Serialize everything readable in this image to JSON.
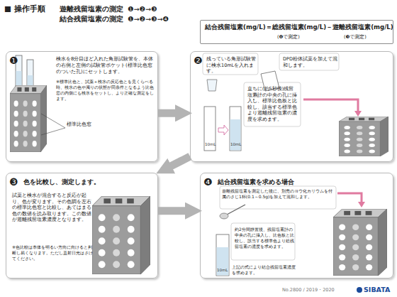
{
  "diagram": {
    "title": "■ 操作手順",
    "nodes": [
      {
        "text": [
          "結合残留塩素(mg/L)＝総残留塩素(mg/L)－遊離残留塩素(mg/L)",
          "(❹で測定)",
          "(❸で測定)"
        ]
      },
      {
        "text": [
          "❶",
          "検水を8分目ほど入れた角形試験管を、本体の右側と左側の試験管ポケット(標準比色窓のついた孔)にセットします。",
          "※標準比色と、試薬＋検水の反応色とを見くらべる時、検水の色や濁りの状態が同条件となるよう比色窓の内側にも検水をセットし、より正確な測定をします。"
        ]
      },
      {
        "text": [
          "❷",
          "残っている角形試験管に検水10mLを入れます。",
          "DPD粉体試薬を加えて混和します。",
          "直ちに(約5秒後)残留塩素計の中央の孔に挿入し、標準比色板と比較し、該当する標準色より遊離残留塩素の濃度を求めます。"
        ]
      },
      {
        "text": [
          "❸",
          "色を比較し、測定します。",
          "試薬と検水が混合すると反応が起り、色が変ります。その色調を左右の標準比色窓と比較し、あてはまる色の数値を読み取ります。この数値が遊離残留塩素濃度となります。",
          "※色比較は本体を明るい方向に向けると判断し易くなります。ただし直射日光はさけてください。"
        ]
      },
      {
        "text": [
          "❹",
          "結合残留塩素を求める場合",
          "遊離残留塩素を測定した後に、別売のヨウ化カリウムを付属のさじ1杯(0.1～0.5g)を加えて混和します。",
          "約2分間静置後、残留塩素計の中央の孔に挿入し、比色板と比較し、該当する標準色より総残留塩素の濃度を求めます。",
          "上記の式により結合残留塩素濃度を求めます。"
        ]
      }
    ],
    "edges": [
      {
        "from": 1,
        "to": 2,
        "arrow": "to"
      },
      {
        "from": 2,
        "to": 3,
        "arrow": "to"
      },
      {
        "from": 3,
        "to": 4,
        "arrow": "to"
      }
    ],
    "labels": [
      "遊離残留塩素の測定",
      "❶→❷→❸",
      "結合残留塩素の測定",
      "❶→❷→❸→❹",
      "標準比色窓",
      "10mL",
      "10mL",
      "10mL",
      "No.2800 / 2019・2020",
      "SIBATA"
    ]
  }
}
